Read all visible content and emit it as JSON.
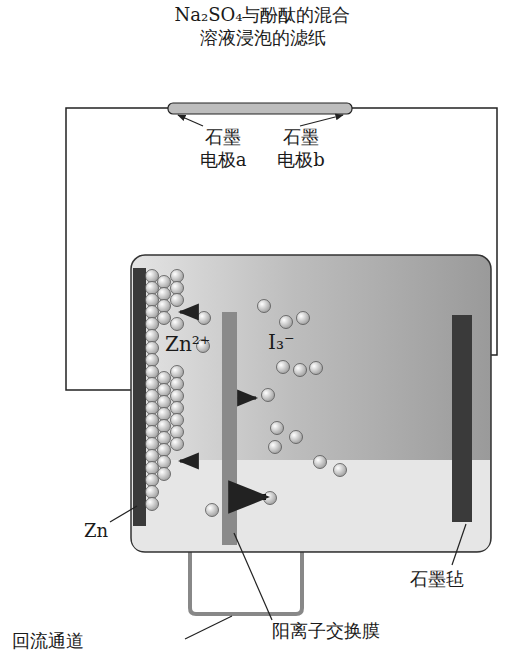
{
  "diagram": {
    "labels": [
      "Na₂SO₄与酚酞的混合 溶液浸泡的滤纸",
      "石墨 电极a",
      "石墨 电极b",
      "Zn²⁺",
      "I₃⁻",
      "Zn",
      "石墨毡",
      "回流通道",
      "阳离子交换膜"
    ]
  }
}
